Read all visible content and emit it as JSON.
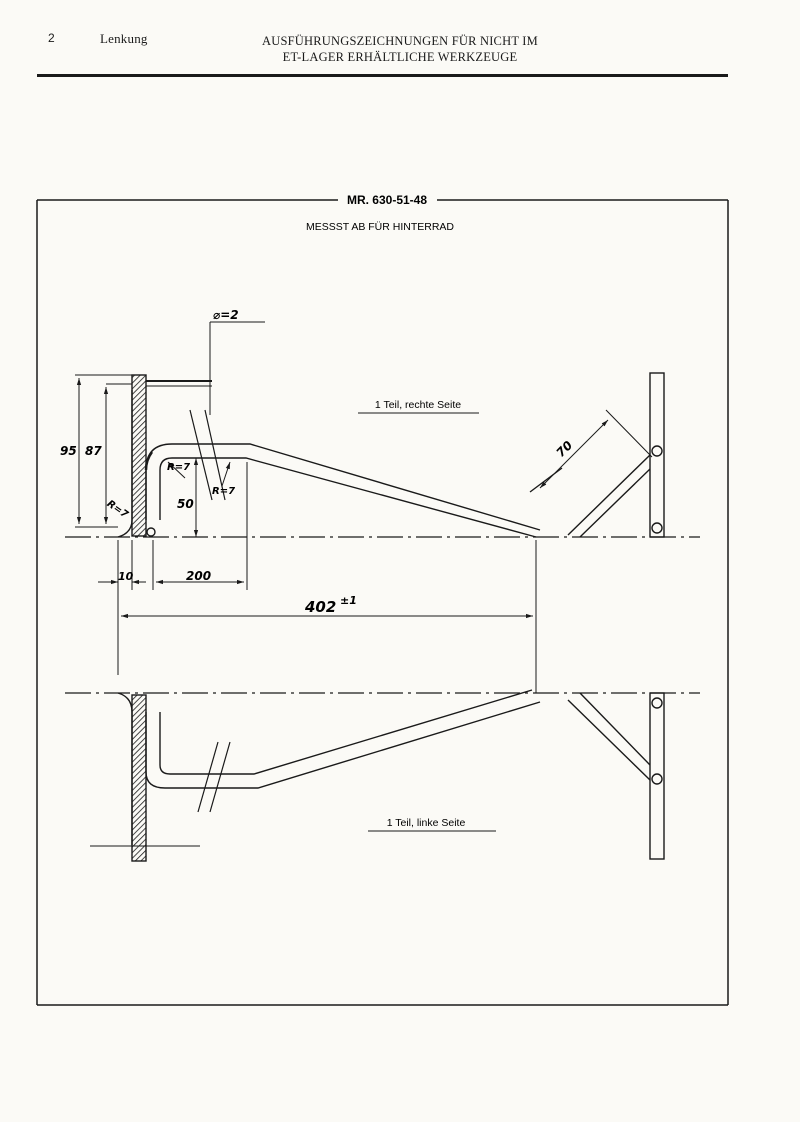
{
  "header": {
    "page_number": "2",
    "section": "Lenkung",
    "title_line1": "AUSFÜHRUNGSZEICHNUNGEN FÜR NICHT IM",
    "title_line2": "ET-LAGER ERHÄLTLICHE WERKZEUGE"
  },
  "drawing": {
    "part_number": "MR. 630-51-48",
    "part_name": "MESSST AB FÜR HINTERRAD",
    "label_right": "1 Teil, rechte Seite",
    "label_left": "1 Teil, linke Seite",
    "dimensions": {
      "diameter": "⌀=2",
      "d95": "95",
      "d87": "87",
      "d50": "50",
      "d10": "10",
      "d200": "200",
      "d70": "70",
      "d402": "402",
      "tol402": "±1",
      "r7a": "R=7",
      "r7b": "R=7",
      "r7c": "R=7"
    }
  }
}
